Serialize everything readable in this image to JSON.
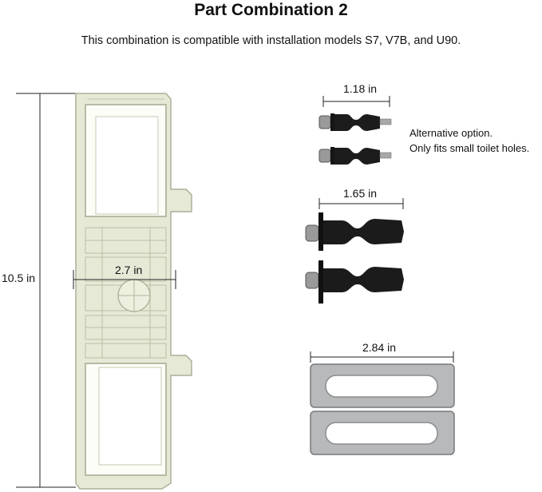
{
  "title": "Part Combination 2",
  "subtitle": "This combination is compatible with installation models  S7, V7B, and U90.",
  "dimensions": {
    "height_label": "10.5 in",
    "width_label": "2.7 in",
    "small_bolt_label": "1.18 in",
    "large_bolt_label": "1.65 in",
    "plate_label": "2.84 in"
  },
  "note": {
    "line1": "Alternative option.",
    "line2": "Only fits small toilet holes."
  }
}
